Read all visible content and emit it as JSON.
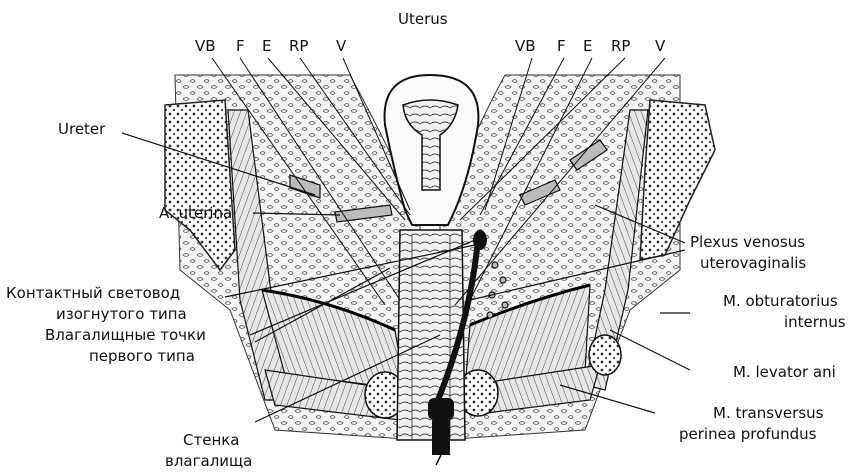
{
  "labels": {
    "uterus": "Uterus",
    "top_left": [
      "VB",
      "F",
      "E",
      "RP",
      "V"
    ],
    "top_right": [
      "VB",
      "F",
      "E",
      "RP",
      "V"
    ],
    "ureter": "Ureter",
    "a_uterina": "A. uterina",
    "kontaktny_line1": "Контактный световод",
    "kontaktny_line2": "изогнутого типа",
    "vlagalishnye_line1": "Влагалищные точки",
    "vlagalishnye_line2": "первого типа",
    "stenka_line1": "Стенка",
    "stenka_line2": "влагалища",
    "plexus_line1": "Plexus venosus",
    "plexus_line2": "uterovaginalis",
    "obturatorius_line1": "M. obturatorius",
    "obturatorius_line2": "internus",
    "levator": "M. levator ani",
    "transversus_line1": "M. transversus",
    "transversus_line2": "perinea profundus"
  }
}
